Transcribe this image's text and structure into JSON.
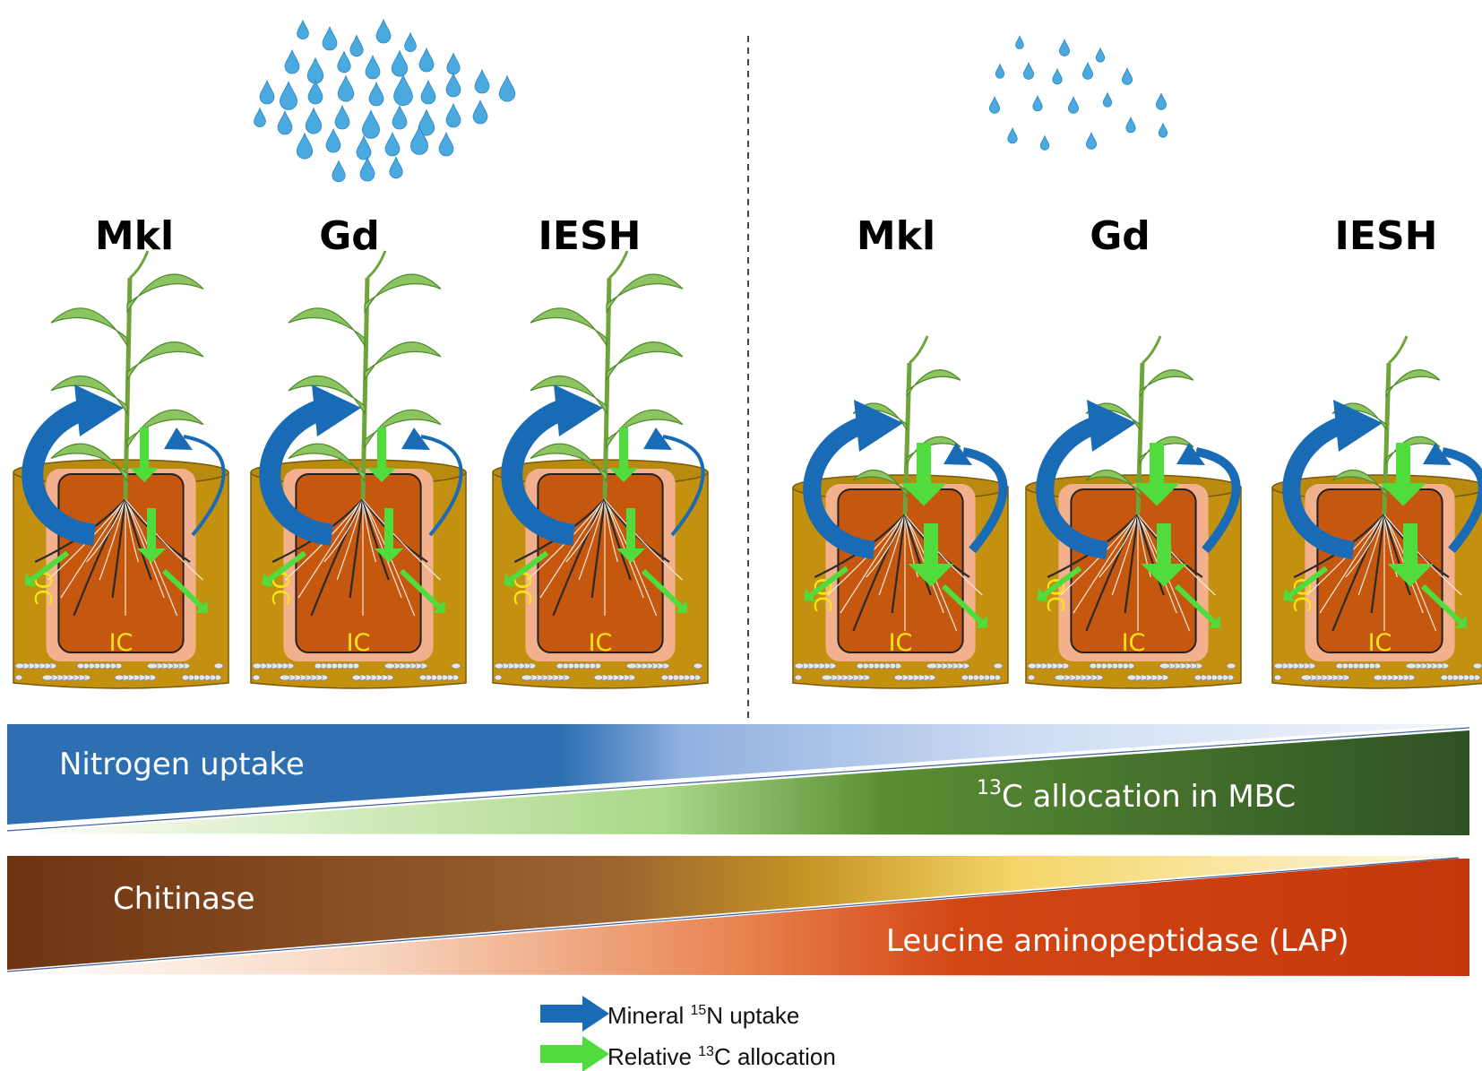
{
  "treatments": [
    {
      "rain_level": "high",
      "genotypes": [
        "Mkl",
        "Gd",
        "IESH"
      ]
    },
    {
      "rain_level": "low",
      "genotypes": [
        "Mkl",
        "Gd",
        "IESH"
      ]
    }
  ],
  "pot_zones": {
    "outer": "OC",
    "inner": "IC"
  },
  "gradients": {
    "nitrogen": {
      "label": "Nitrogen uptake",
      "color": "#2e6fb2"
    },
    "carbon": {
      "sup": "13",
      "label": "C allocation in MBC",
      "color": "#3f6a2a"
    },
    "chitinase": {
      "label": "Chitinase",
      "color": "#7a3c12"
    },
    "lap": {
      "label": "Leucine aminopeptidase (LAP)",
      "color": "#c8380b"
    }
  },
  "legend": [
    {
      "icon": "blue-arrow-icon",
      "pre": "Mineral ",
      "sup": "15",
      "post": "N uptake",
      "color": "#1a6bb5"
    },
    {
      "icon": "green-arrow-icon",
      "pre": "Relative ",
      "sup": "13",
      "post": "C allocation",
      "color": "#4fdc3c"
    }
  ]
}
